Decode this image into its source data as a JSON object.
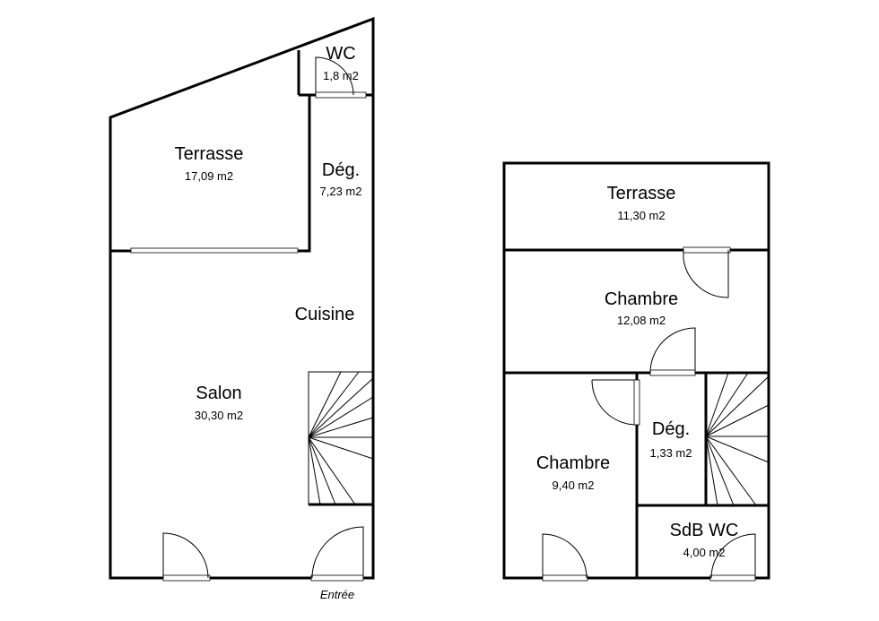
{
  "ground_floor": {
    "rooms": [
      {
        "name": "WC",
        "area": "1,8 m2"
      },
      {
        "name": "Terrasse",
        "area": "17,09 m2"
      },
      {
        "name": "Dég.",
        "area": "7,23 m2"
      },
      {
        "name": "Cuisine",
        "area": ""
      },
      {
        "name": "Salon",
        "area": "30,30 m2"
      }
    ],
    "entrance_label": "Entrée"
  },
  "upper_floor": {
    "rooms": [
      {
        "name": "Terrasse",
        "area": "11,30 m2"
      },
      {
        "name": "Chambre",
        "area": "12,08 m2"
      },
      {
        "name": "Chambre",
        "area": "9,40 m2"
      },
      {
        "name": "Dég.",
        "area": "1,33 m2"
      },
      {
        "name": "SdB WC",
        "area": "4,00 m2"
      }
    ]
  }
}
